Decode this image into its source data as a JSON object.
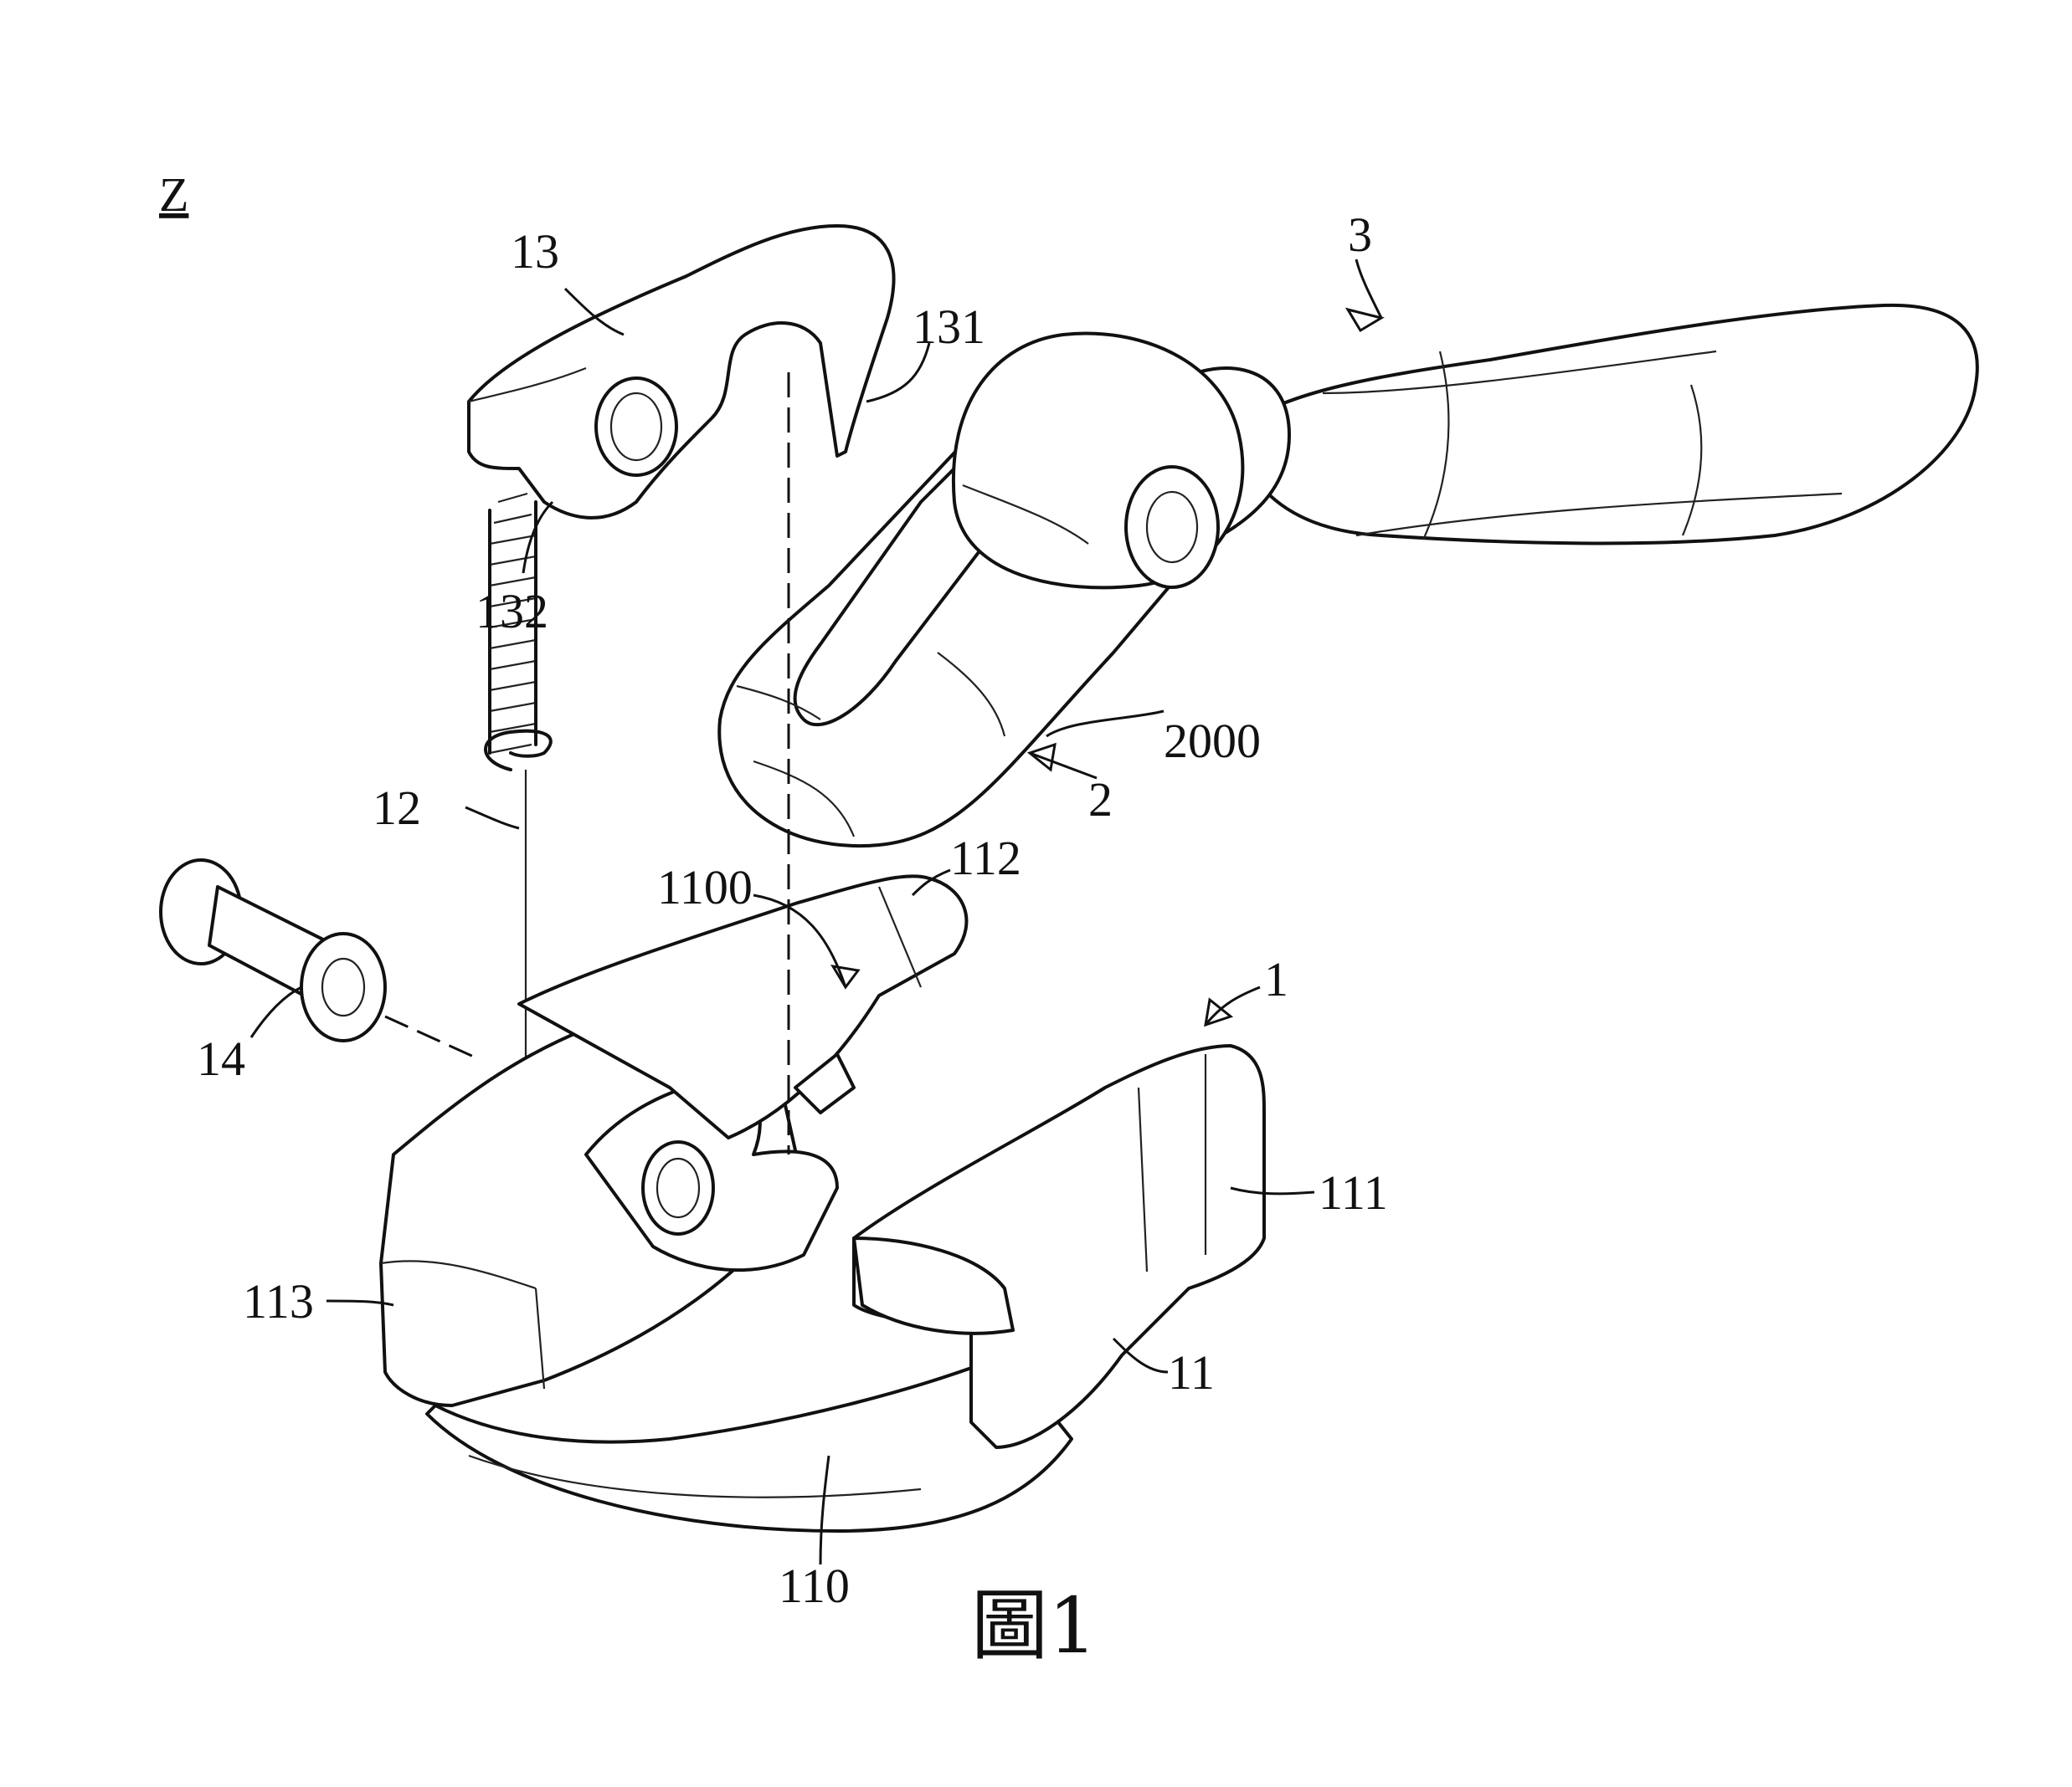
{
  "figure": {
    "id_label": "Z",
    "caption": "圖1"
  },
  "labels": {
    "part_13": "13",
    "part_131": "131",
    "part_132": "132",
    "part_3": "3",
    "part_2000": "2000",
    "part_2": "2",
    "part_12": "12",
    "part_1100": "1100",
    "part_112": "112",
    "part_1": "1",
    "part_14": "14",
    "part_111": "111",
    "part_113": "113",
    "part_11": "11",
    "part_110": "110"
  }
}
